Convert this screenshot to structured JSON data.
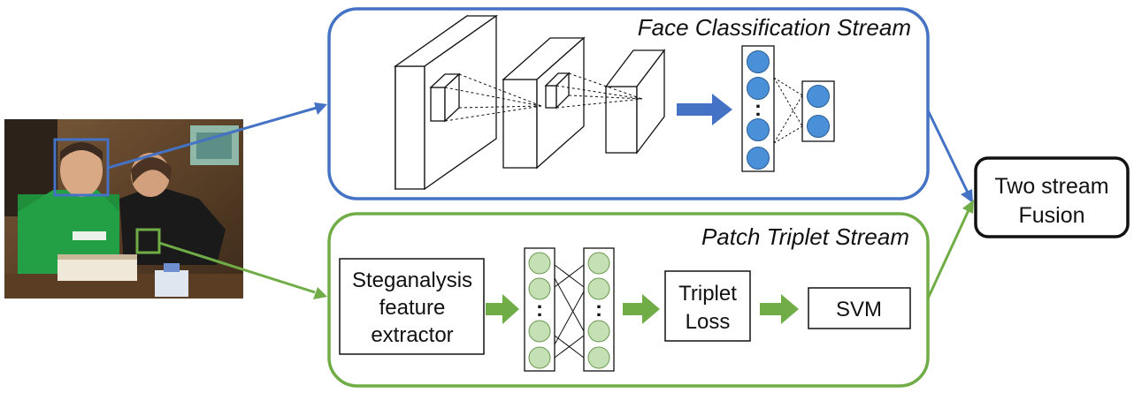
{
  "diagram": {
    "face_stream": {
      "title": "Face Classification Stream",
      "color": "#4472C4",
      "node_fill": "#4A90D9"
    },
    "patch_stream": {
      "title": "Patch Triplet Stream",
      "color": "#70AD47",
      "node_fill": "#C5E0B4",
      "blocks": {
        "extractor": [
          "Steganalysis",
          "feature",
          "extractor"
        ],
        "triplet": [
          "Triplet",
          "Loss"
        ],
        "svm": "SVM"
      }
    },
    "fusion": [
      "Two stream",
      "Fusion"
    ],
    "ellipsis": ":"
  }
}
